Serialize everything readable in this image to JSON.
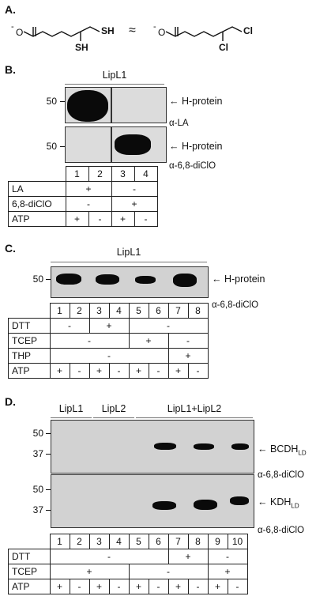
{
  "panelA": {
    "label": "A.",
    "approx": "≈",
    "lipoate": {
      "charge": "-",
      "o": "O",
      "sh1": "SH",
      "sh2": "SH"
    },
    "dichloro": {
      "charge": "-",
      "o": "O",
      "cl1": "Cl",
      "cl2": "Cl"
    }
  },
  "panelB": {
    "label": "B.",
    "header": "LipL1",
    "mw": [
      "50",
      "50"
    ],
    "annot1": "H-protein",
    "annot2": "H-protein",
    "ab1": "α-LA",
    "ab2": "α-6,8-diClO",
    "lanes": [
      "1",
      "2",
      "3",
      "4"
    ],
    "rows": [
      {
        "label": "LA",
        "cells": [
          "+",
          "-"
        ]
      },
      {
        "label": "6,8-diClO",
        "cells": [
          "-",
          "+"
        ]
      },
      {
        "label": "ATP",
        "cells": [
          "+",
          "-",
          "+",
          "-"
        ]
      }
    ]
  },
  "panelC": {
    "label": "C.",
    "header": "LipL1",
    "mw": "50",
    "annot": "H-protein",
    "ab": "α-6,8-diClO",
    "lanes": [
      "1",
      "2",
      "3",
      "4",
      "5",
      "6",
      "7",
      "8"
    ],
    "rows": [
      {
        "label": "DTT",
        "cells": [
          "-",
          "+",
          "-"
        ]
      },
      {
        "label": "TCEP",
        "cells": [
          "-",
          "+",
          "-"
        ]
      },
      {
        "label": "THP",
        "cells": [
          "-",
          "+"
        ]
      },
      {
        "label": "ATP",
        "cells": [
          "+",
          "-",
          "+",
          "-",
          "+",
          "-",
          "+",
          "-"
        ]
      }
    ]
  },
  "panelD": {
    "label": "D.",
    "headers": [
      "LipL1",
      "LipL2",
      "LipL1+LipL2"
    ],
    "mw1": [
      "50",
      "37"
    ],
    "mw2": [
      "50",
      "37"
    ],
    "annot1": {
      "main": "BCDH",
      "sub": "LD"
    },
    "annot2": {
      "main": "KDH",
      "sub": "LD"
    },
    "ab1": "α-6,8-diClO",
    "ab2": "α-6,8-diClO",
    "lanes": [
      "1",
      "2",
      "3",
      "4",
      "5",
      "6",
      "7",
      "8",
      "9",
      "10"
    ],
    "rows": [
      {
        "label": "DTT",
        "cells": [
          "-",
          "+",
          "-"
        ]
      },
      {
        "label": "TCEP",
        "cells": [
          "+",
          "-",
          "+"
        ]
      },
      {
        "label": "ATP",
        "cells": [
          "+",
          "-",
          "+",
          "-",
          "+",
          "-",
          "+",
          "-",
          "+",
          "-"
        ]
      }
    ]
  }
}
